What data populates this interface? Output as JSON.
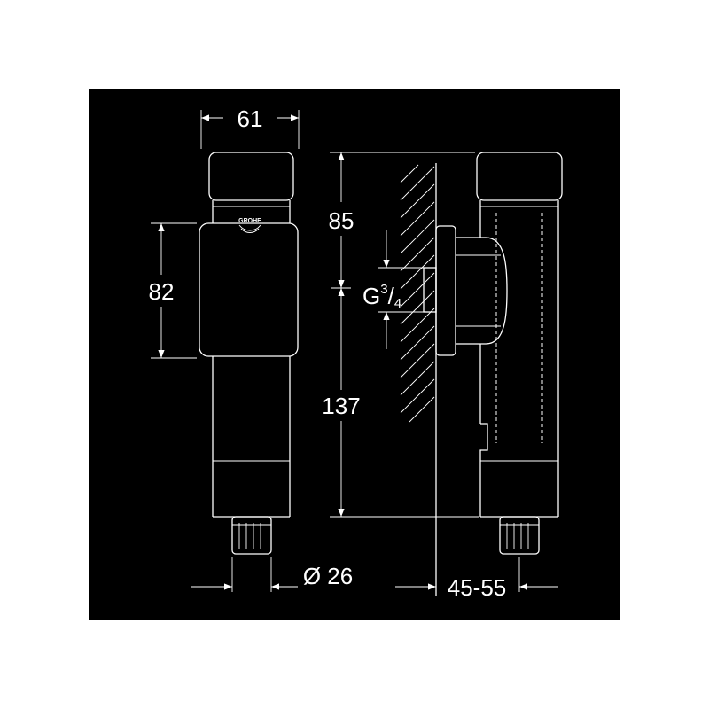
{
  "colors": {
    "page_background": "#ffffff",
    "frame_background": "#000000",
    "line": "#ffffff"
  },
  "front_view": {
    "brand_logo": "GROHE",
    "width_label": "61",
    "plate_height_label": "82",
    "outlet_diameter_label": "Ø 26"
  },
  "side_view": {
    "top_height_label": "85",
    "bottom_height_label": "137",
    "thread_label": {
      "letter": "G",
      "superscript": "3",
      "slash": "/",
      "subscript": "4"
    },
    "wall_distance_label": "45-55"
  }
}
